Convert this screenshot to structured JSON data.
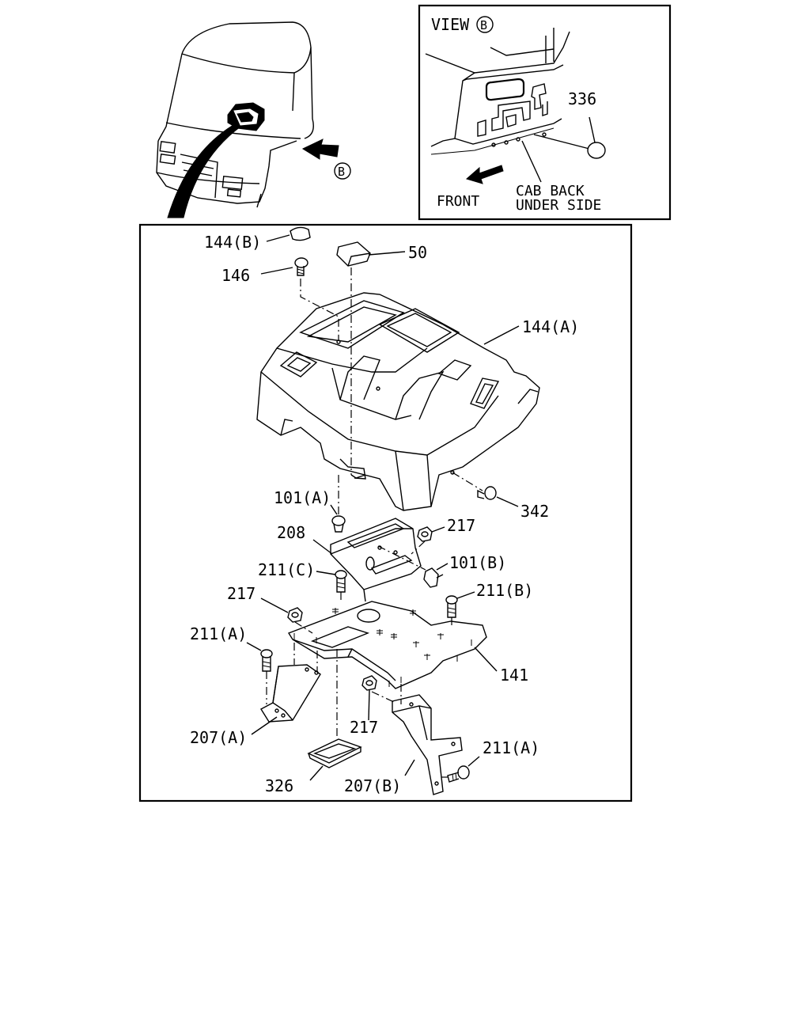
{
  "inset": {
    "view_prefix": "VIEW",
    "view_mark": "B",
    "part_336": "336",
    "front_label": "FRONT",
    "cab_back_line1": "CAB BACK",
    "cab_back_line2": "UNDER SIDE"
  },
  "cab": {
    "arrow_mark": "B"
  },
  "parts": {
    "p144b": "144(B)",
    "p50": "50",
    "p146": "146",
    "p144a": "144(A)",
    "p342": "342",
    "p101a": "101(A)",
    "p217_top": "217",
    "p208": "208",
    "p101b": "101(B)",
    "p211c": "211(C)",
    "p217_left": "217",
    "p211b": "211(B)",
    "p211a_left": "211(A)",
    "p141": "141",
    "p217_bottom": "217",
    "p207a": "207(A)",
    "p211a_right": "211(A)",
    "p326": "326",
    "p207b": "207(B)"
  }
}
